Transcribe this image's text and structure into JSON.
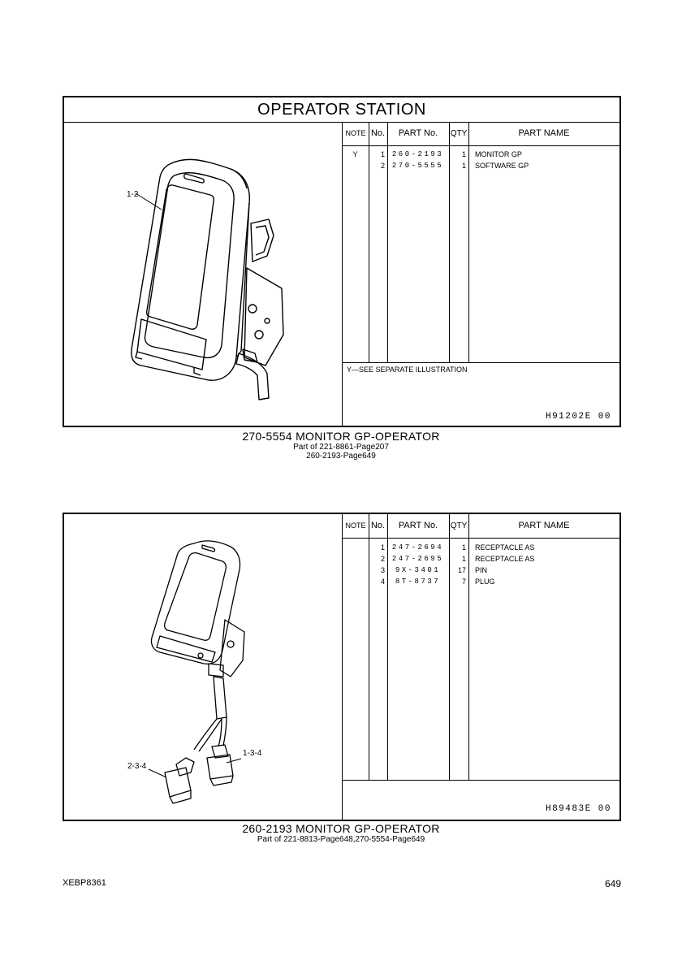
{
  "section_title": "OPERATOR  STATION",
  "headers": {
    "note": "NOTE",
    "no": "No.",
    "part_no": "PART No.",
    "qty": "QTY",
    "part_name": "PART NAME"
  },
  "group1": {
    "callouts": [
      "1-2"
    ],
    "rows": [
      {
        "note": "Y",
        "no": "1",
        "part_no": "260-2193",
        "qty": "1",
        "name": "MONITOR GP"
      },
      {
        "note": "",
        "no": "2",
        "part_no": "270-5555",
        "qty": "1",
        "name": "SOFTWARE GP"
      }
    ],
    "footnote": "Y—SEE SEPARATE ILLUSTRATION",
    "ref": "H91202E  00",
    "caption": "270-5554  MONITOR GP-OPERATOR",
    "sub1": "Part of 221-8861-Page207",
    "sub2": "260-2193-Page649"
  },
  "group2": {
    "callouts": [
      "1-3-4",
      "2-3-4"
    ],
    "rows": [
      {
        "note": "",
        "no": "1",
        "part_no": "247-2694",
        "qty": "1",
        "name": "RECEPTACLE AS"
      },
      {
        "note": "",
        "no": "2",
        "part_no": "247-2695",
        "qty": "1",
        "name": "RECEPTACLE AS"
      },
      {
        "note": "",
        "no": "3",
        "part_no": "9X-3401",
        "qty": "17",
        "name": "PIN"
      },
      {
        "note": "",
        "no": "4",
        "part_no": "8T-8737",
        "qty": "7",
        "name": "PLUG"
      }
    ],
    "ref": "H89483E  00",
    "caption": "260-2193  MONITOR GP-OPERATOR",
    "sub1": "Part of 221-8813-Page648,270-5554-Page649"
  },
  "footer": {
    "doc_id": "XEBP8361",
    "page": "649"
  }
}
